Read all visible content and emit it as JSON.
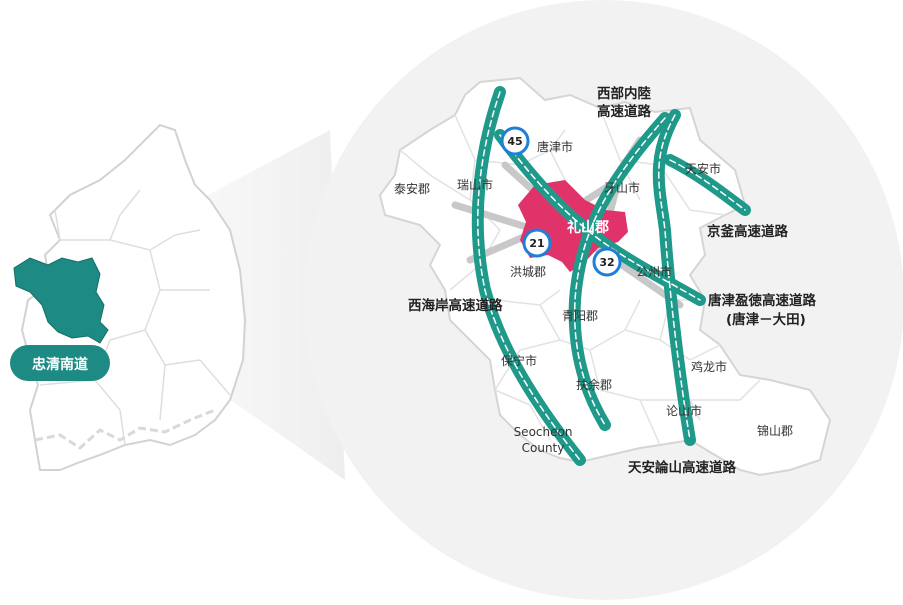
{
  "province_badge": "忠清南道",
  "highlight_region": "礼山郡",
  "colors": {
    "highway": "#1f9a8a",
    "highway_dash": "#ffffff",
    "local_road": "#c8c8c8",
    "highlight": "#e0336a",
    "province_fill": "#1e8a84",
    "map_land": "#ffffff",
    "map_border": "#d0d0d0",
    "zoom_circle": "#f2f2f2",
    "route_badge_ring": "#1e7fd8"
  },
  "cities": [
    "唐津市",
    "瑞山市",
    "泰安郡",
    "牙山市",
    "天安市",
    "洪城郡",
    "公州市",
    "青阳郡",
    "保宁市",
    "扶余郡",
    "鸡龙市",
    "论山市",
    "锦山郡",
    "Seocheon",
    "County"
  ],
  "highways": {
    "west_inland": [
      "西部内陸",
      "高速道路"
    ],
    "gyeongbu": "京釜高速道路",
    "dangjin_daejeon": [
      "唐津盈徳高速道路",
      "(唐津－大田)"
    ],
    "west_coast": "西海岸高速道路",
    "cheonan_nonsan": "天安論山高速道路"
  },
  "route_badges": [
    "45",
    "21",
    "32"
  ]
}
